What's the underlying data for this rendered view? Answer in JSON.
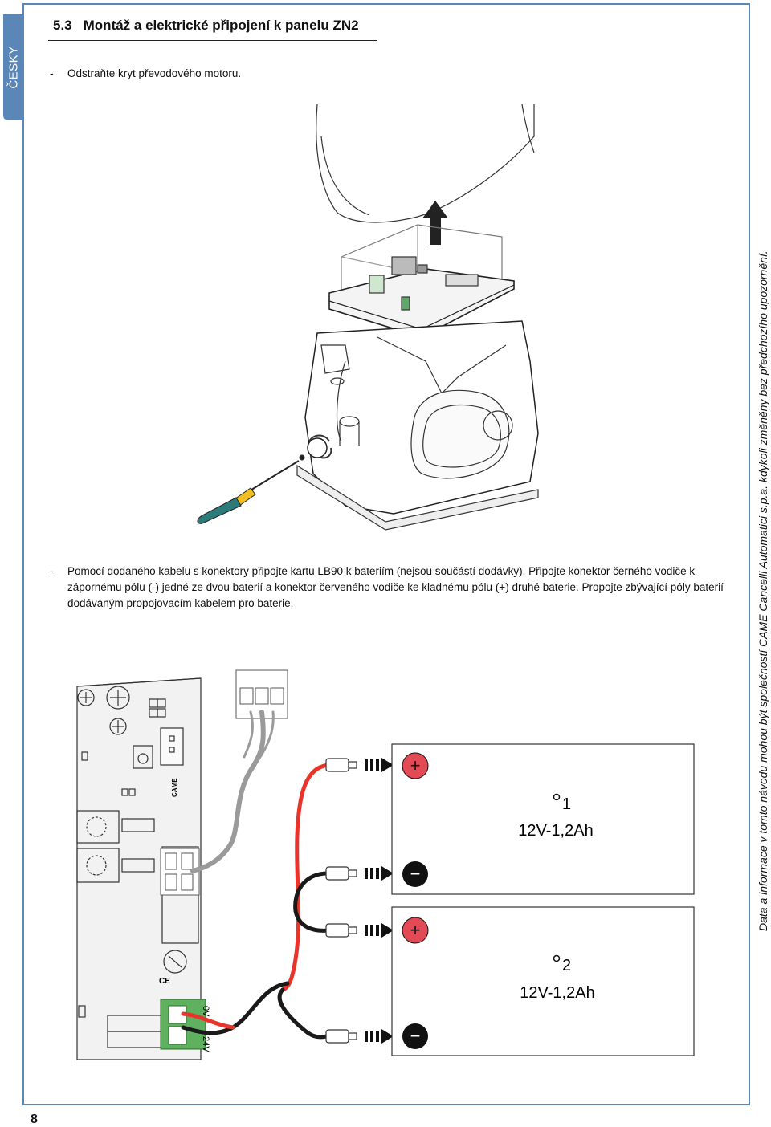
{
  "language_tab": "ČESKY",
  "section": {
    "number": "5.3",
    "title": "Montáž a elektrické připojení k panelu ZN2"
  },
  "steps": [
    {
      "dash": "-",
      "text": "Odstraňte kryt převodového motoru."
    },
    {
      "dash": "-",
      "text": "Pomocí dodaného kabelu s konektory připojte kartu LB90 k bateriím (nejsou součástí dodávky). Připojte konektor černého vodiče k zápornému pólu (-) jedné ze dvou baterií a konektor červeného vodiče ke kladnému pólu (+) druhé baterie. Propojte zbývající póly baterií dodávaným propojovacím kabelem pro baterie."
    }
  ],
  "diagram": {
    "board_logo": "CAME",
    "terminal_labels": [
      "0V",
      "24V"
    ],
    "batteries": [
      {
        "number": "1",
        "label": "12V-1,2Ah",
        "plus": "+",
        "minus": "−"
      },
      {
        "number": "2",
        "label": "12V-1,2Ah",
        "plus": "+",
        "minus": "−"
      }
    ],
    "wire_colors": {
      "red": "#e8352b",
      "black": "#1a1a1a",
      "grey": "#9a9a9a"
    },
    "plus_pole_color": "#e24a55",
    "minus_pole_color": "#111111",
    "ce_mark": "CE"
  },
  "side_note": "Data a informace v tomto návodu mohou být společností CAME Cancelli Automatici s.p.a. kdykoli změněny bez předchozího upozornění.",
  "page_number": "8",
  "colors": {
    "accent": "#5a87b7"
  }
}
